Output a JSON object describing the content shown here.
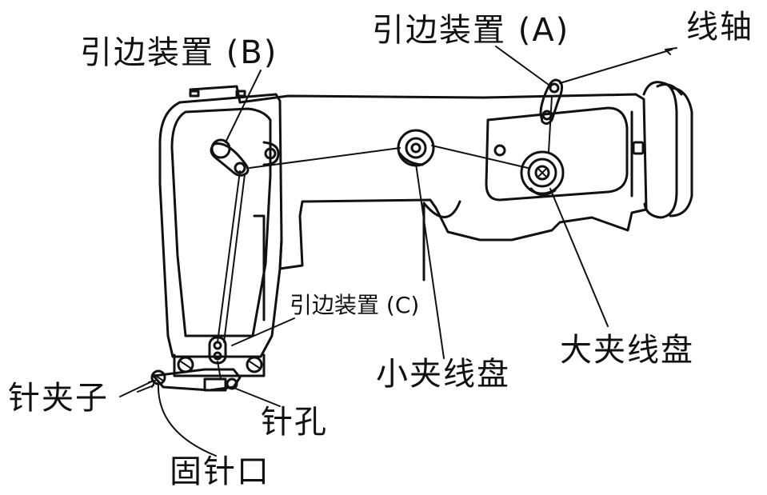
{
  "labels": {
    "guide_a": "引边装置 (A)",
    "guide_b": "引边装置 (B)",
    "guide_c": "引边装置 (C)",
    "spool": "线轴",
    "small_tension_disc": "小夹线盘",
    "large_tension_disc": "大夹线盘",
    "needle_clamp": "针夹子",
    "needle_eye": "针孔",
    "needle_fixing_hole": "固针口"
  },
  "colors": {
    "line": "#111111",
    "fill": "#ffffff",
    "background": "#ffffff"
  }
}
